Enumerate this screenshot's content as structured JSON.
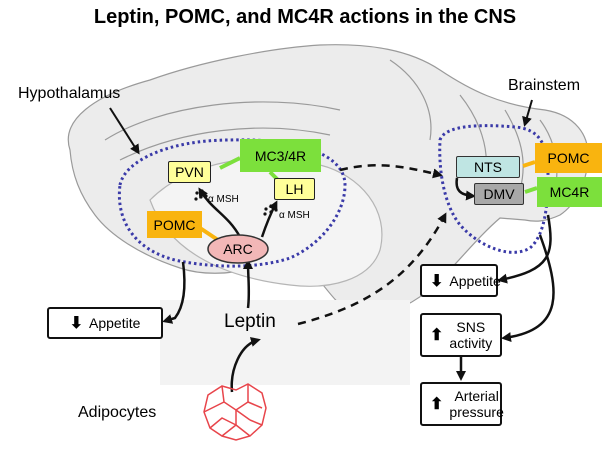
{
  "title": "Leptin, POMC, and MC4R actions in the CNS",
  "labels": {
    "hypothalamus": "Hypothalamus",
    "brainstem": "Brainstem",
    "leptin": "Leptin",
    "adipocytes": "Adipocytes",
    "msh_left": "α MSH",
    "msh_right": "α MSH"
  },
  "nodes": {
    "pvn": "PVN",
    "lh": "LH",
    "arc": "ARC",
    "nts": "NTS",
    "dmv": "DMV",
    "pomc_hypo": "POMC",
    "mc34r": "MC3/4R",
    "pomc_brainstem": "POMC",
    "mc4r": "MC4R"
  },
  "outcomes": {
    "appetite_left": "Appetite",
    "appetite_right": "Appetite",
    "sns_line1": "SNS",
    "sns_line2": "activity",
    "arterial_line1": "Arterial",
    "arterial_line2": "pressure"
  },
  "colors": {
    "region_outline": "#3a3aa8",
    "pomc_fill": "#f9b40f",
    "receptor_fill": "#7ce03c",
    "nucleus_fill": "#ffff99",
    "arc_fill": "#f2b7b7",
    "nts_fill": "#bfe5e3",
    "dmv_fill": "#a8a8a8",
    "adipocyte_stroke": "#e8454b"
  }
}
